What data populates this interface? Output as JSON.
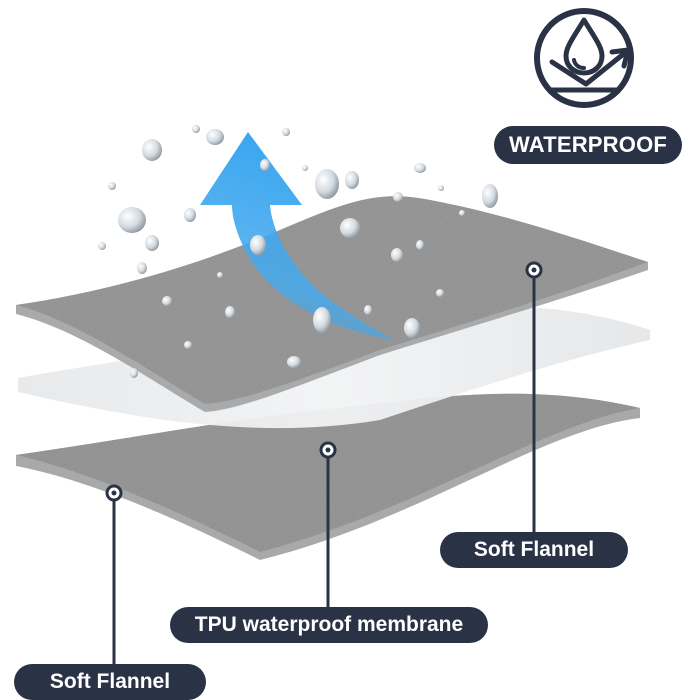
{
  "badge": {
    "label": "WATERPROOF",
    "icon": "water-drop-arrow-icon"
  },
  "callouts": {
    "top_layer": "Soft Flannel",
    "middle_layer": "TPU waterproof membrane",
    "bottom_layer": "Soft Flannel"
  },
  "colors": {
    "label_background": "#2a3346",
    "label_text": "#ffffff",
    "fabric": "#9a9a9a",
    "membrane": "#e8eaec",
    "arrow": "#3aa0e6"
  }
}
